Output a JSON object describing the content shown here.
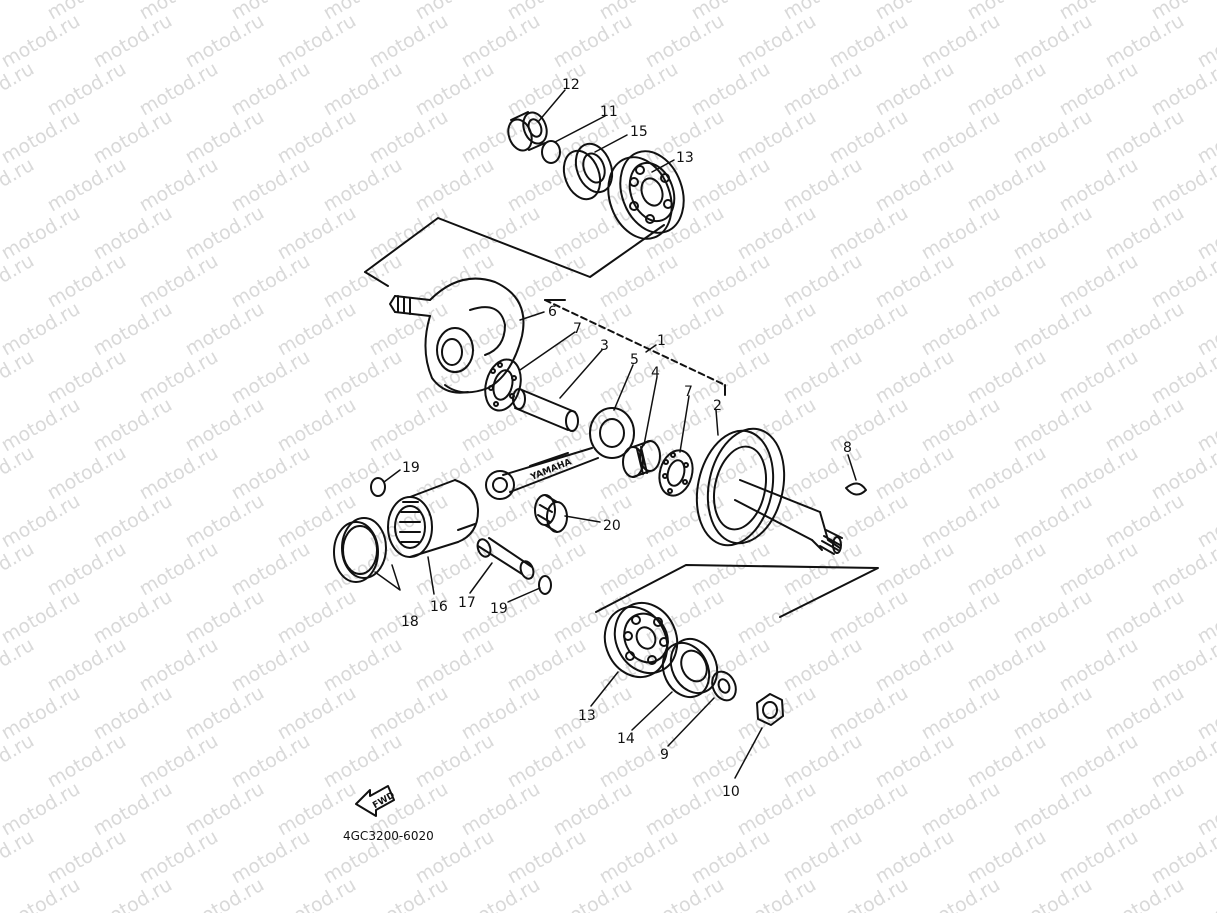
{
  "watermark": {
    "text": "motod.ru",
    "color": "#d9d9d9"
  },
  "diagram": {
    "labels": [
      "12",
      "11",
      "15",
      "13",
      "6",
      "7",
      "3",
      "5",
      "1",
      "4",
      "7",
      "2",
      "8",
      "19",
      "20",
      "18",
      "16",
      "17",
      "19",
      "13",
      "14",
      "9",
      "10"
    ],
    "fwd_text": "FWD",
    "part_code": "4GC3200-6020",
    "rod_marking": "YAMAHA"
  },
  "colors": {
    "ink": "#111111",
    "background": "#ffffff"
  }
}
